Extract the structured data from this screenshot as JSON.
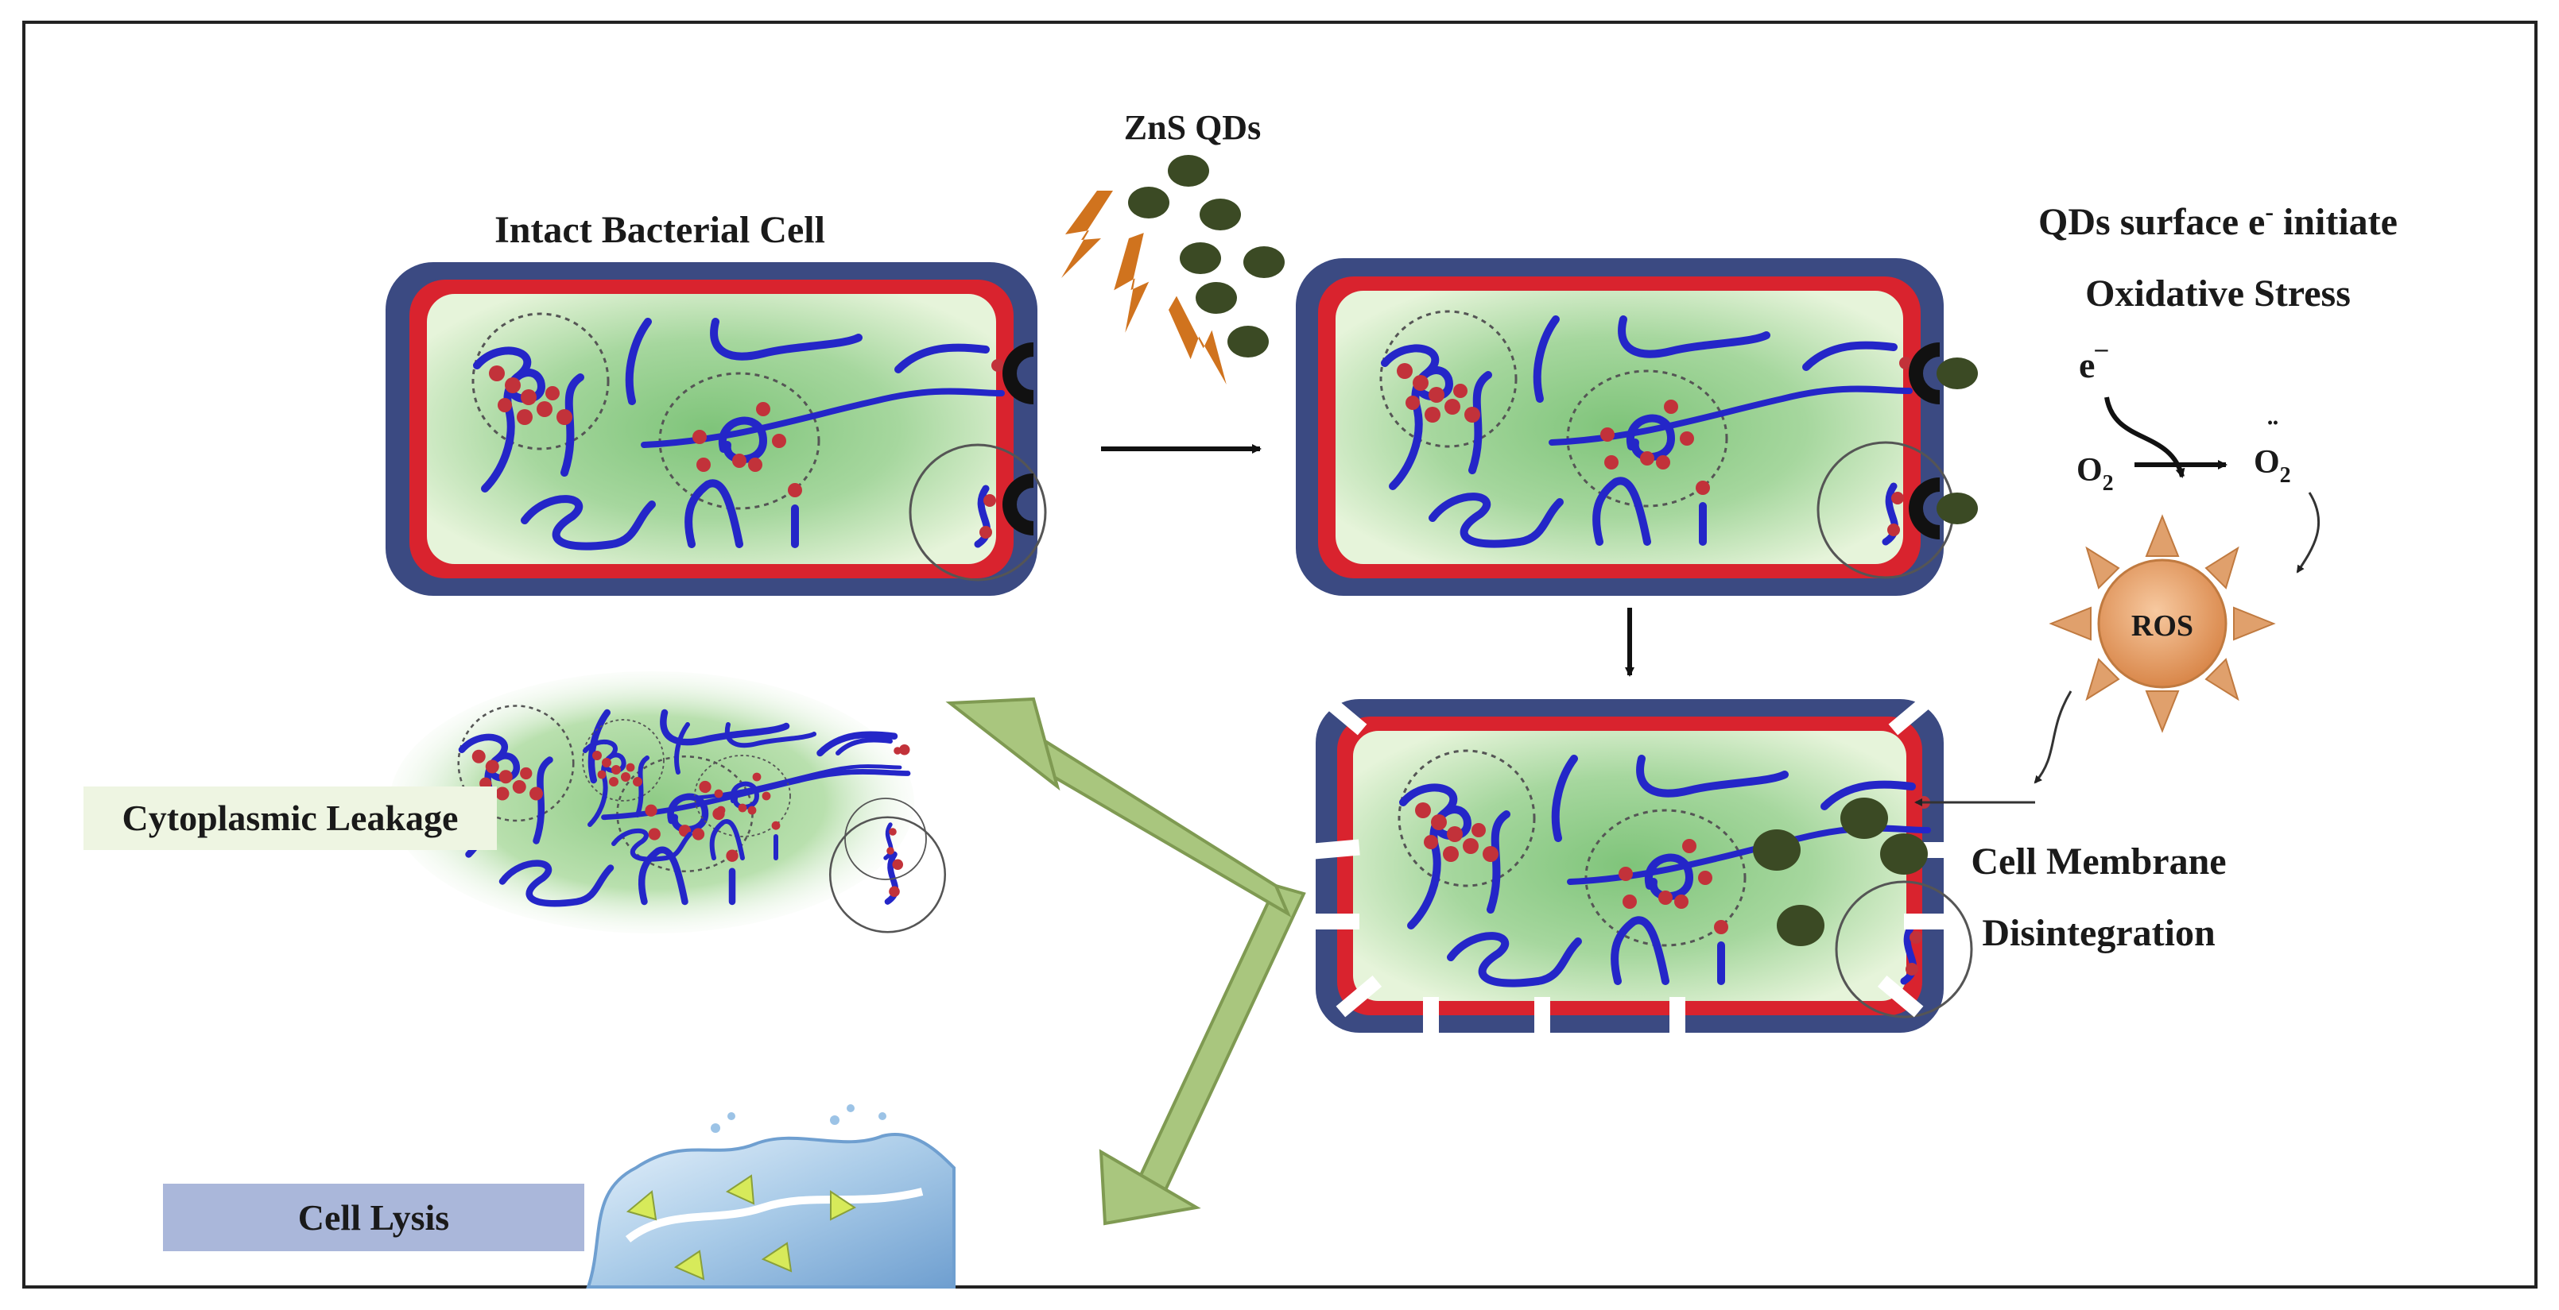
{
  "labels": {
    "intact_cell": "Intact Bacterial Cell",
    "zns_qds": "ZnS QDs",
    "qd_surface_line1_a": "QDs surface e",
    "qd_surface_line1_b": "-",
    "qd_surface_line1_c": " initiate",
    "qd_surface_line2": "Oxidative Stress",
    "electron": "e",
    "electron_sup": "–",
    "o2_left": "O",
    "o2_left_sub": "2",
    "o2_right": "O",
    "o2_right_sub": "2",
    "o2_right_dots": "¨",
    "ros": "ROS",
    "cell_membrane_line1": "Cell Membrane",
    "cell_membrane_line2": "Disintegration",
    "cytoplasmic_leakage": "Cytoplasmic Leakage",
    "cell_lysis": "Cell Lysis"
  },
  "colors": {
    "cell_wall": "#3b4a82",
    "membrane": "#d9232e",
    "cytoplasm": "#a6d79e",
    "cytoplasm_light": "#e6f4da",
    "dna": "#2426c8",
    "ribosome": "#c2323a",
    "qd": "#3b4a24",
    "spark": "#d0731e",
    "ros_core": "#e8a670",
    "big_arrow": "#a9c67e",
    "lysis_label_bg": "#aab7da"
  }
}
